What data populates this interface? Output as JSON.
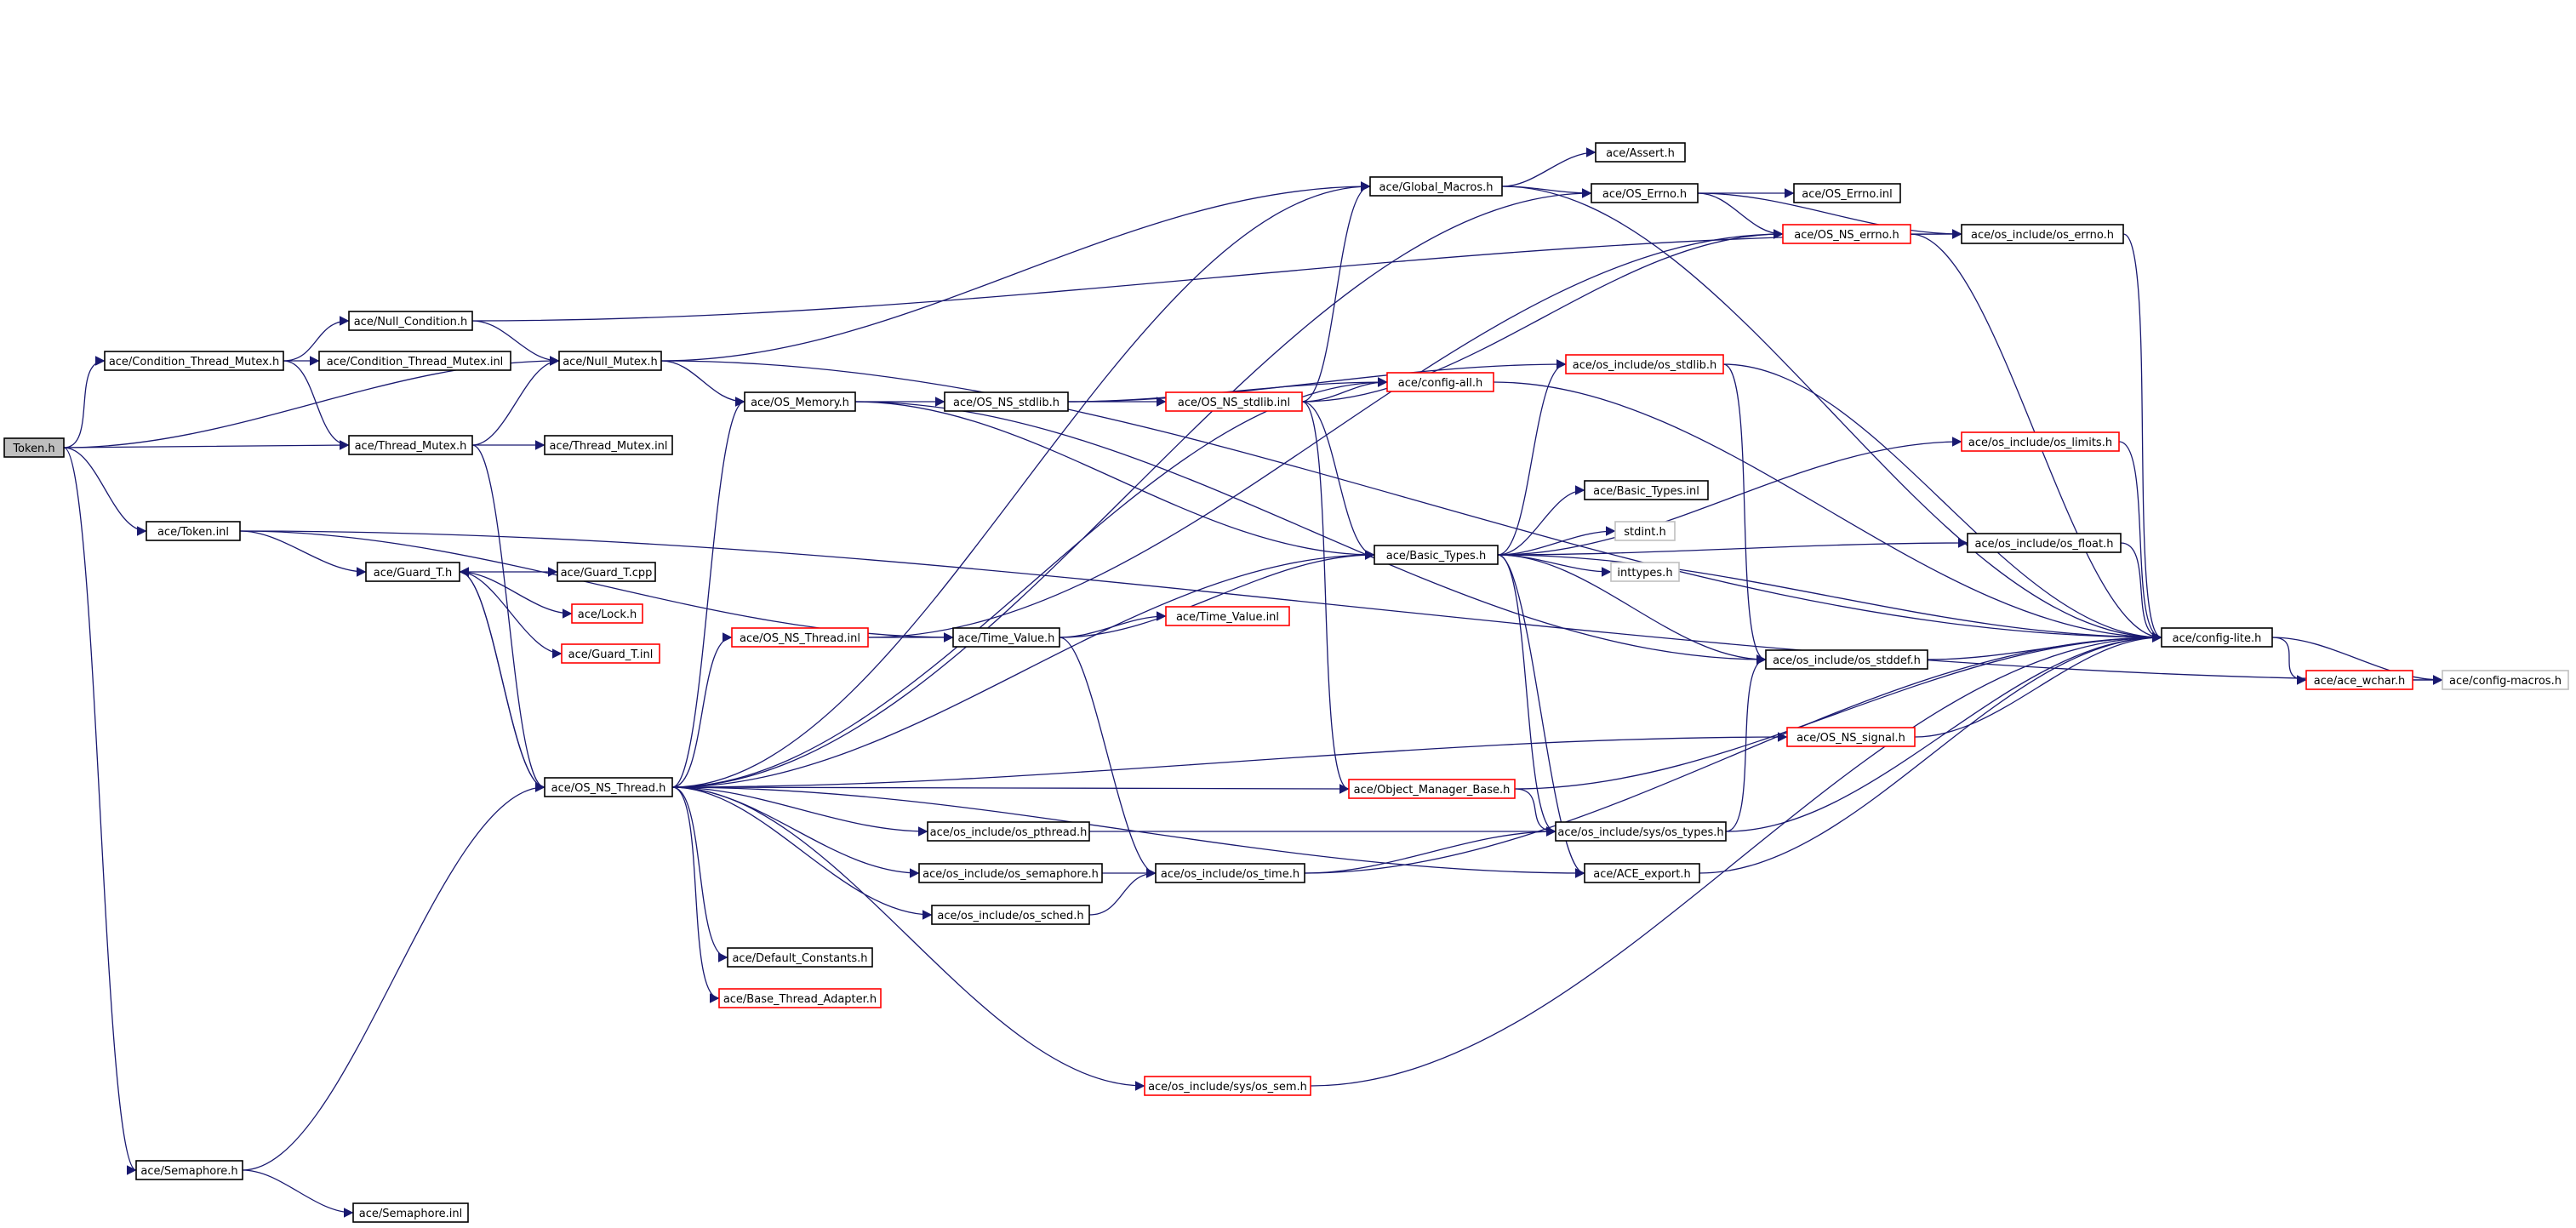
{
  "nodes": [
    {
      "id": "token_h",
      "label": "Token.h",
      "kind": "root"
    },
    {
      "id": "ctm_h",
      "label": "ace/Condition_Thread_Mutex.h",
      "kind": "normal"
    },
    {
      "id": "nullcond_h",
      "label": "ace/Null_Condition.h",
      "kind": "normal"
    },
    {
      "id": "ctm_inl",
      "label": "ace/Condition_Thread_Mutex.inl",
      "kind": "normal"
    },
    {
      "id": "nullmutex_h",
      "label": "ace/Null_Mutex.h",
      "kind": "normal"
    },
    {
      "id": "threadmutex_h",
      "label": "ace/Thread_Mutex.h",
      "kind": "normal"
    },
    {
      "id": "threadmutex_inl",
      "label": "ace/Thread_Mutex.inl",
      "kind": "normal"
    },
    {
      "id": "token_inl",
      "label": "ace/Token.inl",
      "kind": "normal"
    },
    {
      "id": "guard_h",
      "label": "ace/Guard_T.h",
      "kind": "normal"
    },
    {
      "id": "guard_cpp",
      "label": "ace/Guard_T.cpp",
      "kind": "normal"
    },
    {
      "id": "lock_h",
      "label": "ace/Lock.h",
      "kind": "missing"
    },
    {
      "id": "guard_inl",
      "label": "ace/Guard_T.inl",
      "kind": "missing"
    },
    {
      "id": "osnsthread_inl",
      "label": "ace/OS_NS_Thread.inl",
      "kind": "missing"
    },
    {
      "id": "osnsthread_h",
      "label": "ace/OS_NS_Thread.h",
      "kind": "normal"
    },
    {
      "id": "semaphore_h",
      "label": "ace/Semaphore.h",
      "kind": "normal"
    },
    {
      "id": "semaphore_inl",
      "label": "ace/Semaphore.inl",
      "kind": "normal"
    },
    {
      "id": "osmemory_h",
      "label": "ace/OS_Memory.h",
      "kind": "normal"
    },
    {
      "id": "osnsstdlib_h",
      "label": "ace/OS_NS_stdlib.h",
      "kind": "normal"
    },
    {
      "id": "osnsstdlib_inl",
      "label": "ace/OS_NS_stdlib.inl",
      "kind": "missing"
    },
    {
      "id": "configall_h",
      "label": "ace/config-all.h",
      "kind": "missing"
    },
    {
      "id": "globalmacros_h",
      "label": "ace/Global_Macros.h",
      "kind": "normal"
    },
    {
      "id": "assert_h",
      "label": "ace/Assert.h",
      "kind": "normal"
    },
    {
      "id": "oserrno_h",
      "label": "ace/OS_Errno.h",
      "kind": "normal"
    },
    {
      "id": "oserrno_inl",
      "label": "ace/OS_Errno.inl",
      "kind": "normal"
    },
    {
      "id": "osnserrno_h",
      "label": "ace/OS_NS_errno.h",
      "kind": "missing"
    },
    {
      "id": "osinclerrno_h",
      "label": "ace/os_include/os_errno.h",
      "kind": "normal"
    },
    {
      "id": "timevalue_h",
      "label": "ace/Time_Value.h",
      "kind": "normal"
    },
    {
      "id": "timevalue_inl",
      "label": "ace/Time_Value.inl",
      "kind": "missing"
    },
    {
      "id": "basictypes_h",
      "label": "ace/Basic_Types.h",
      "kind": "normal"
    },
    {
      "id": "basictypes_inl",
      "label": "ace/Basic_Types.inl",
      "kind": "normal"
    },
    {
      "id": "stdint_h",
      "label": "stdint.h",
      "kind": "external"
    },
    {
      "id": "inttypes_h",
      "label": "inttypes.h",
      "kind": "external"
    },
    {
      "id": "osinclstdlib_h",
      "label": "ace/os_include/os_stdlib.h",
      "kind": "missing"
    },
    {
      "id": "osincllimits_h",
      "label": "ace/os_include/os_limits.h",
      "kind": "missing"
    },
    {
      "id": "osinclfloat_h",
      "label": "ace/os_include/os_float.h",
      "kind": "normal"
    },
    {
      "id": "osinclstddef_h",
      "label": "ace/os_include/os_stddef.h",
      "kind": "normal"
    },
    {
      "id": "configlite_h",
      "label": "ace/config-lite.h",
      "kind": "normal"
    },
    {
      "id": "acewchar_h",
      "label": "ace/ace_wchar.h",
      "kind": "missing"
    },
    {
      "id": "configmacros_h",
      "label": "ace/config-macros.h",
      "kind": "external"
    },
    {
      "id": "osnssignal_h",
      "label": "ace/OS_NS_signal.h",
      "kind": "missing"
    },
    {
      "id": "objmgrbase_h",
      "label": "ace/Object_Manager_Base.h",
      "kind": "missing"
    },
    {
      "id": "osinclsystypes_h",
      "label": "ace/os_include/sys/os_types.h",
      "kind": "normal"
    },
    {
      "id": "osinclpthread_h",
      "label": "ace/os_include/os_pthread.h",
      "kind": "normal"
    },
    {
      "id": "osinclsemaphore_h",
      "label": "ace/os_include/os_semaphore.h",
      "kind": "normal"
    },
    {
      "id": "osincltime_h",
      "label": "ace/os_include/os_time.h",
      "kind": "normal"
    },
    {
      "id": "aceexport_h",
      "label": "ace/ACE_export.h",
      "kind": "normal"
    },
    {
      "id": "osinclsched_h",
      "label": "ace/os_include/os_sched.h",
      "kind": "normal"
    },
    {
      "id": "defaultconst_h",
      "label": "ace/Default_Constants.h",
      "kind": "normal"
    },
    {
      "id": "basethreadadapter_h",
      "label": "ace/Base_Thread_Adapter.h",
      "kind": "missing"
    },
    {
      "id": "osinclsyssem_h",
      "label": "ace/os_include/sys/os_sem.h",
      "kind": "missing"
    }
  ]
}
